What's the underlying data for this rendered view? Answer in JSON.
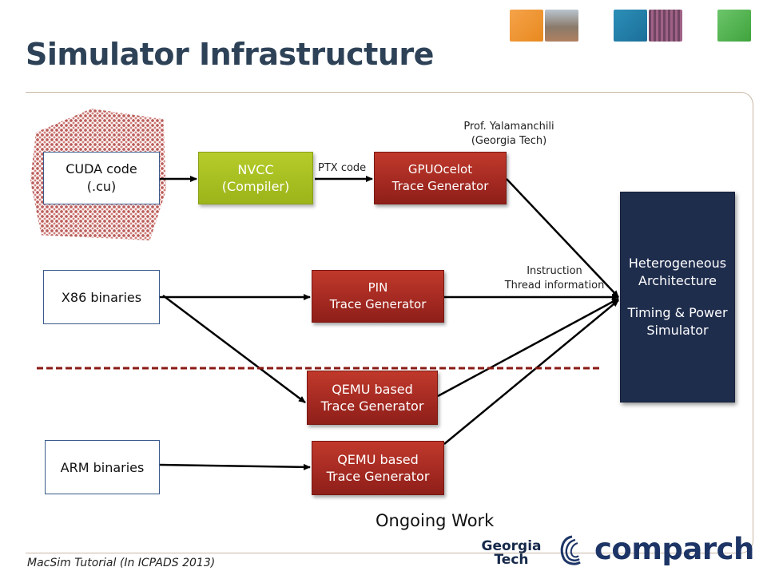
{
  "title": "Simulator Infrastructure",
  "boxes": {
    "cuda": [
      "CUDA code",
      "(.cu)"
    ],
    "nvcc": [
      "NVCC",
      "(Compiler)"
    ],
    "gpuocelot": [
      "GPUOcelot",
      "Trace Generator"
    ],
    "x86": "X86 binaries",
    "pin": [
      "PIN",
      "Trace Generator"
    ],
    "qemu_x86": [
      "QEMU based",
      "Trace Generator"
    ],
    "arm": "ARM binaries",
    "qemu_arm": [
      "QEMU based",
      "Trace Generator"
    ],
    "hetero": [
      "Heterogeneous",
      "Architecture",
      "",
      "Timing & Power",
      "Simulator"
    ]
  },
  "labels": {
    "ptx": "PTX code",
    "prof": [
      "Prof. Yalamanchili",
      "(Georgia Tech)"
    ],
    "instr": [
      "Instruction",
      "Thread information"
    ],
    "ongoing": "Ongoing Work"
  },
  "footer": "MacSim Tutorial (In ICPADS 2013)",
  "logos": {
    "georgia_tech": [
      "Georgia",
      "Tech"
    ],
    "comparch": "comparch"
  },
  "colors": {
    "title": "#2e4257",
    "red_box": "#a52a22",
    "lime_box": "#9db41a",
    "navy_box": "#1f2d4d",
    "source_border": "#3a5a8c",
    "divider": "#8a1a14"
  }
}
